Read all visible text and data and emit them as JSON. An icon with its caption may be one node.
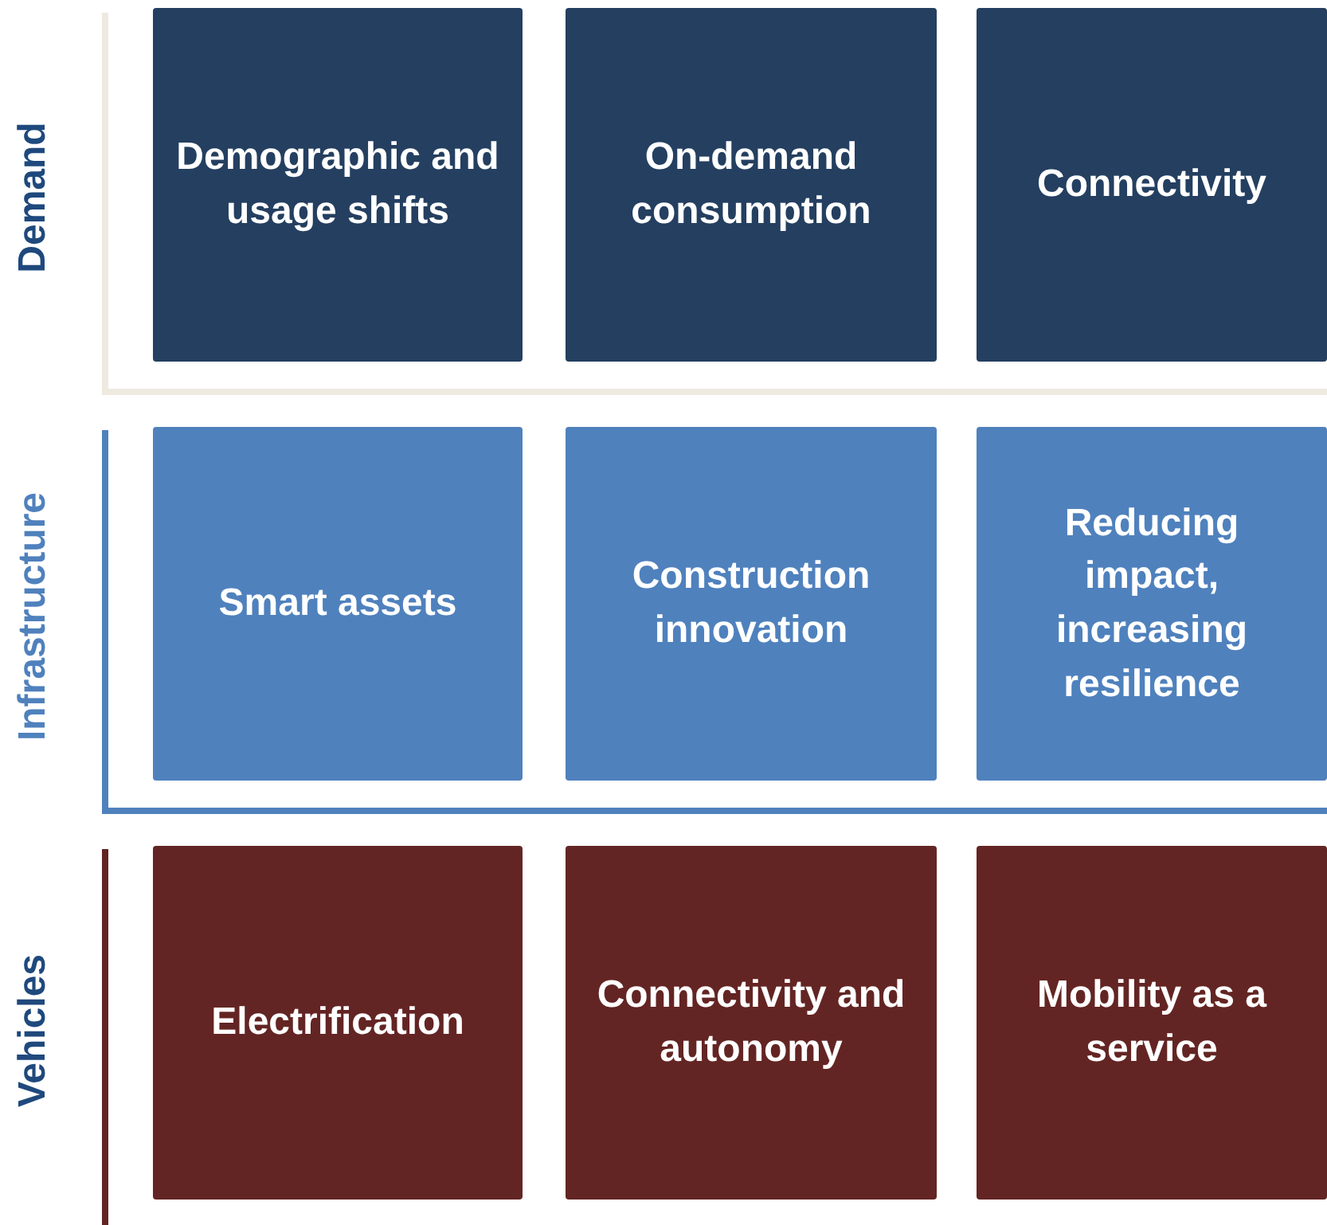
{
  "diagram": {
    "nodes": [
      {
        "text": [
          "Demand"
        ]
      },
      {
        "text": [
          "Demographic and usage shifts"
        ],
        "in": 0
      },
      {
        "text": [
          "On-demand consumption"
        ],
        "in": 0
      },
      {
        "text": [
          "Connectivity"
        ],
        "in": 0
      },
      {
        "text": [
          "Infrastructure"
        ]
      },
      {
        "text": [
          "Smart assets"
        ],
        "in": 4
      },
      {
        "text": [
          "Construction innovation"
        ],
        "in": 4
      },
      {
        "text": [
          "Reducing impact, increasing resilience"
        ],
        "in": 4
      },
      {
        "text": [
          "Vehicles"
        ]
      },
      {
        "text": [
          "Electrification"
        ],
        "in": 8
      },
      {
        "text": [
          "Connectivity and autonomy"
        ],
        "in": 8
      },
      {
        "text": [
          "Mobility as a service"
        ],
        "in": 8
      }
    ]
  }
}
